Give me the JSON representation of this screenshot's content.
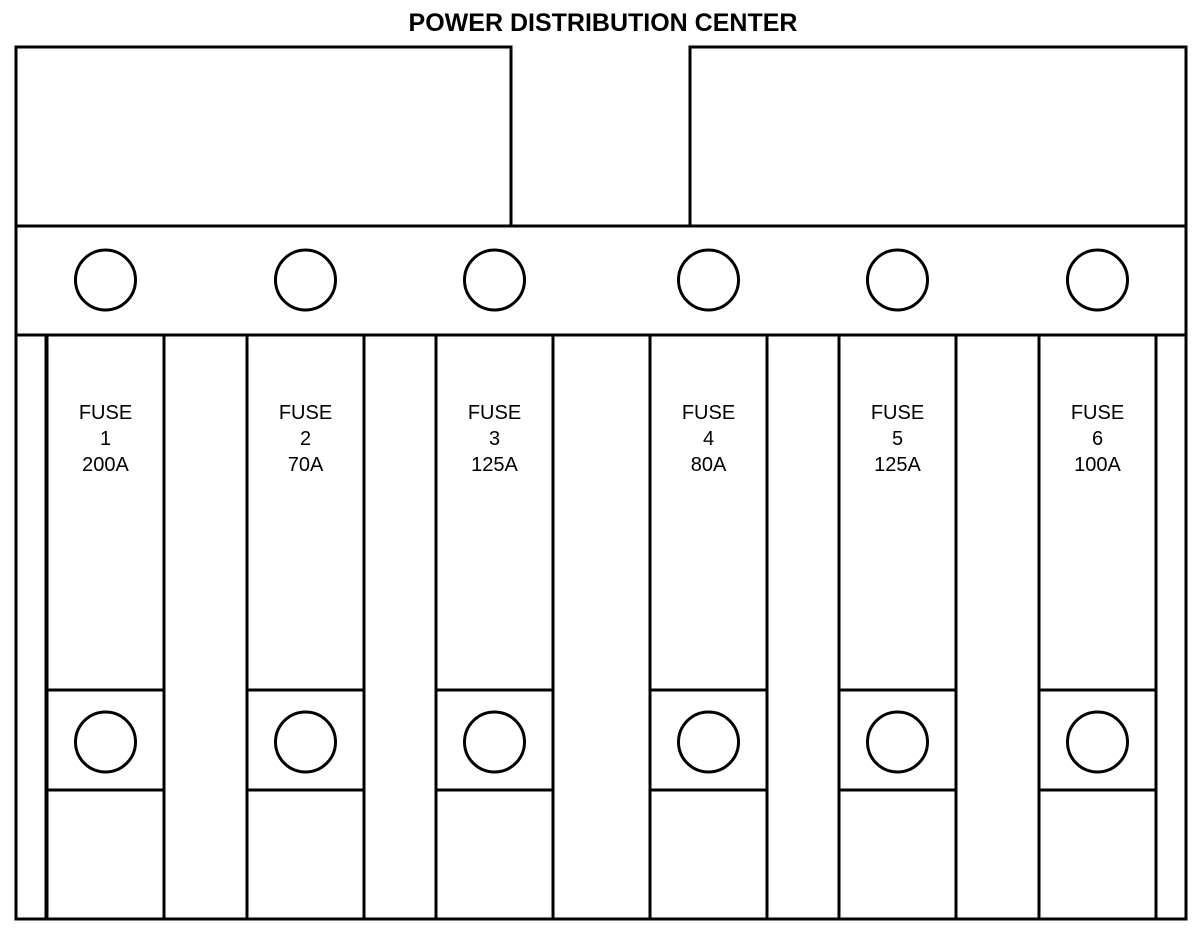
{
  "title": "POWER DISTRIBUTION CENTER",
  "fuses": [
    {
      "label": "FUSE",
      "number": "1",
      "rating": "200A"
    },
    {
      "label": "FUSE",
      "number": "2",
      "rating": "70A"
    },
    {
      "label": "FUSE",
      "number": "3",
      "rating": "125A"
    },
    {
      "label": "FUSE",
      "number": "4",
      "rating": "80A"
    },
    {
      "label": "FUSE",
      "number": "5",
      "rating": "125A"
    },
    {
      "label": "FUSE",
      "number": "6",
      "rating": "100A"
    }
  ],
  "colors": {
    "stroke": "#000000",
    "background": "#ffffff"
  }
}
